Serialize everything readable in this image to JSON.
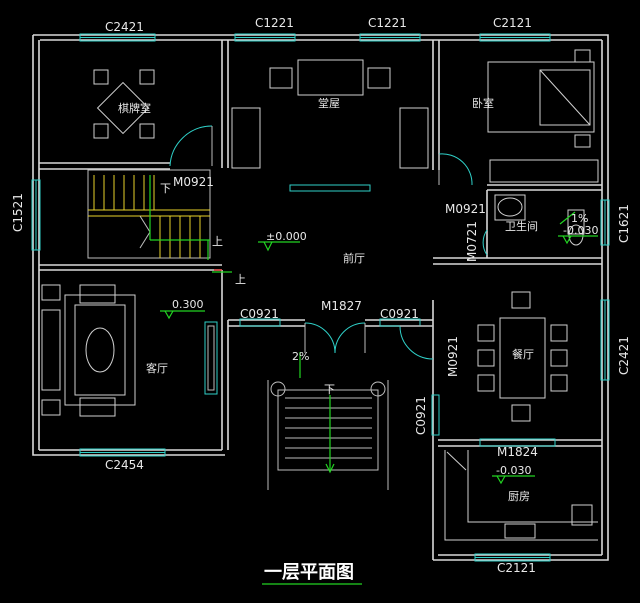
{
  "plan_title": "一层平面图",
  "rooms": {
    "chess": "棋牌室",
    "hall": "堂屋",
    "bedroom": "卧室",
    "bathroom": "卫生间",
    "foyer": "前厅",
    "living": "客厅",
    "dining": "餐厅",
    "kitchen": "厨房"
  },
  "labels": {
    "win_c2421_top": "C2421",
    "win_c1221_a": "C1221",
    "win_c1221_b": "C1221",
    "win_c2121_top": "C2121",
    "win_c1521": "C1521",
    "win_c1621": "C1621",
    "win_c2421_right": "C2421",
    "win_c2454": "C2454",
    "win_c2121_bottom": "C2121",
    "win_c0921_a": "C0921",
    "win_c0921_b": "C0921",
    "win_c0921_c": "C0921",
    "door_m0921_left": "M0921",
    "door_m0921_mid": "M0921",
    "door_m0921_dining": "M0921",
    "door_m0721": "M0721",
    "door_m1827": "M1827",
    "door_m1824": "M1824",
    "elev_zero": "±0.000",
    "elev_living": "0.300",
    "elev_bath": "-0.030",
    "elev_kitchen": "-0.030",
    "slope_bath": "1%",
    "slope_entry": "2%",
    "stair_down": "下",
    "stair_up": "上",
    "stair_up2": "上",
    "entry_down": "下"
  }
}
